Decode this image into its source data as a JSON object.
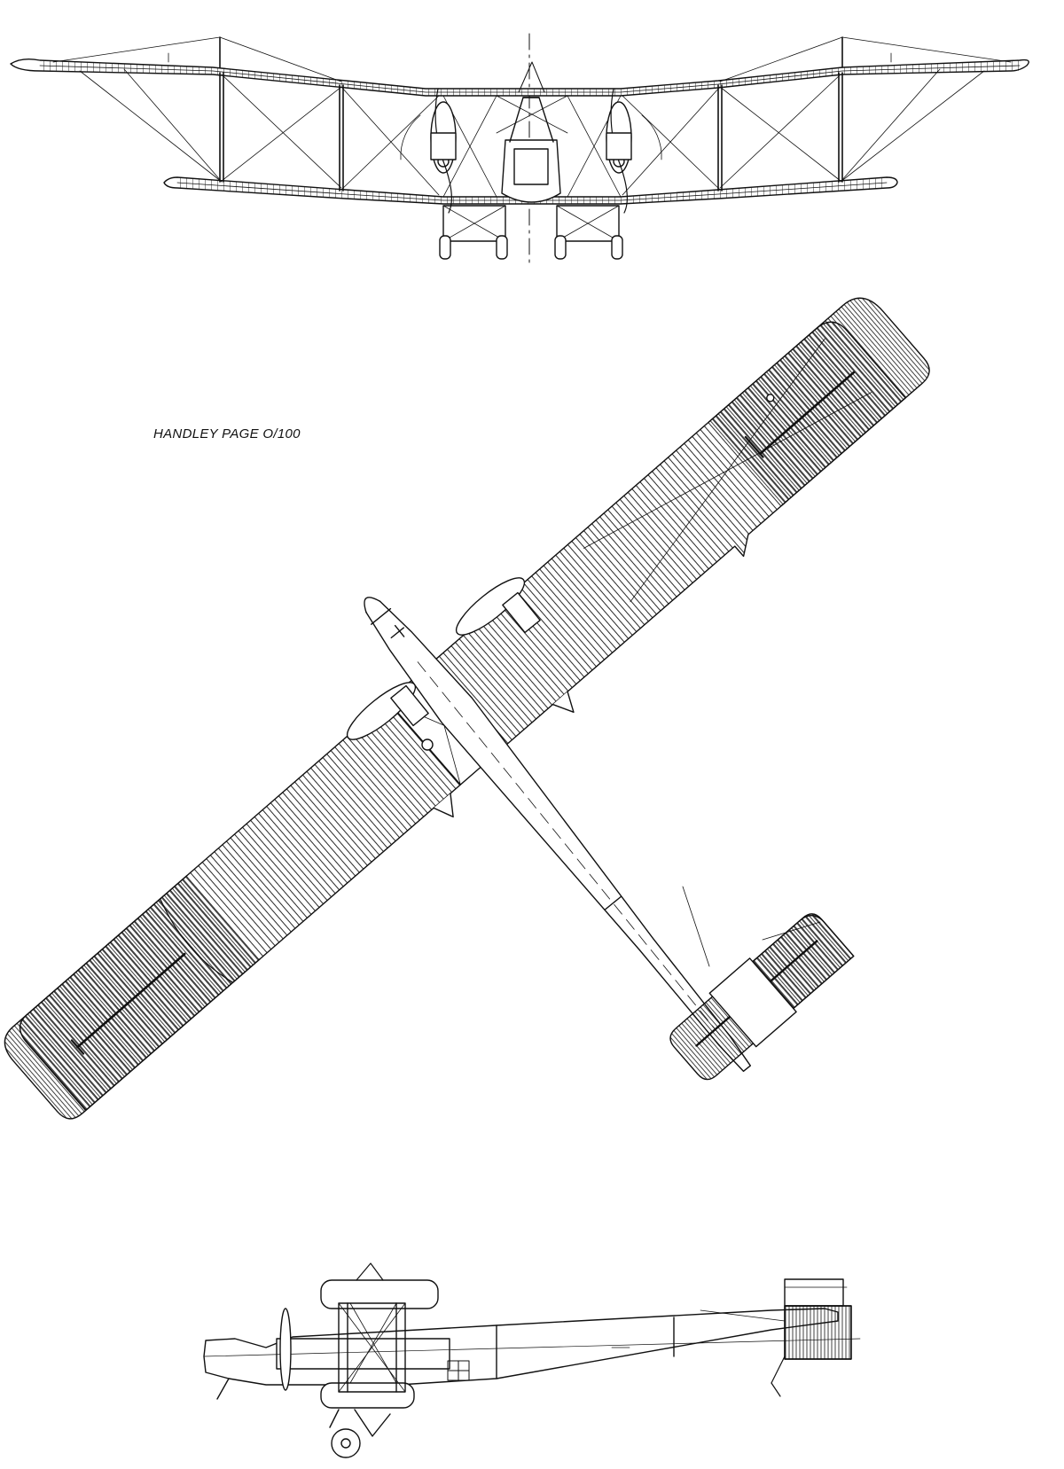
{
  "drawing": {
    "title": "HANDLEY PAGE O/100",
    "line_color": "#111111",
    "background": "#ffffff"
  },
  "views": [
    {
      "name": "front-view",
      "icon": "biplane-front-elevation"
    },
    {
      "name": "plan-view",
      "icon": "biplane-planform"
    },
    {
      "name": "side-view",
      "icon": "biplane-side-elevation"
    }
  ]
}
